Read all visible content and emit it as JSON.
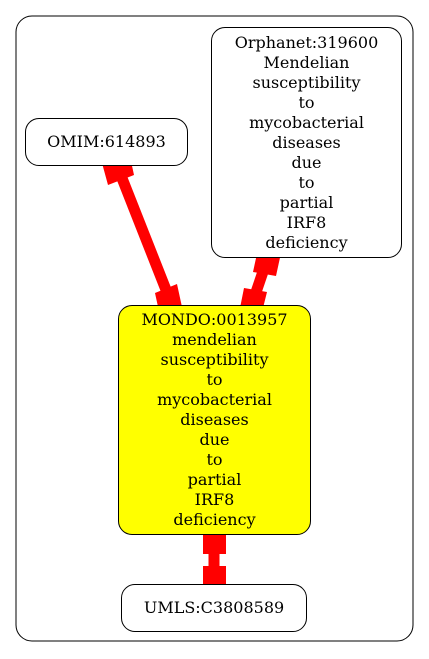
{
  "nodes": {
    "orphanet": {
      "lines": [
        "Orphanet:319600",
        "Mendelian",
        "susceptibility",
        "to",
        "mycobacterial",
        "diseases",
        "due",
        "to",
        "partial",
        "IRF8",
        "deficiency"
      ]
    },
    "omim": {
      "lines": [
        "OMIM:614893"
      ]
    },
    "mondo": {
      "lines": [
        "MONDO:0013957",
        "mendelian",
        "susceptibility",
        "to",
        "mycobacterial",
        "diseases",
        "due",
        "to",
        "partial",
        "IRF8",
        "deficiency"
      ]
    },
    "umls": {
      "lines": [
        "UMLS:C3808589"
      ]
    }
  },
  "colors": {
    "edge": "#ff0000",
    "focus_fill": "#ffff00",
    "border": "#000000"
  }
}
